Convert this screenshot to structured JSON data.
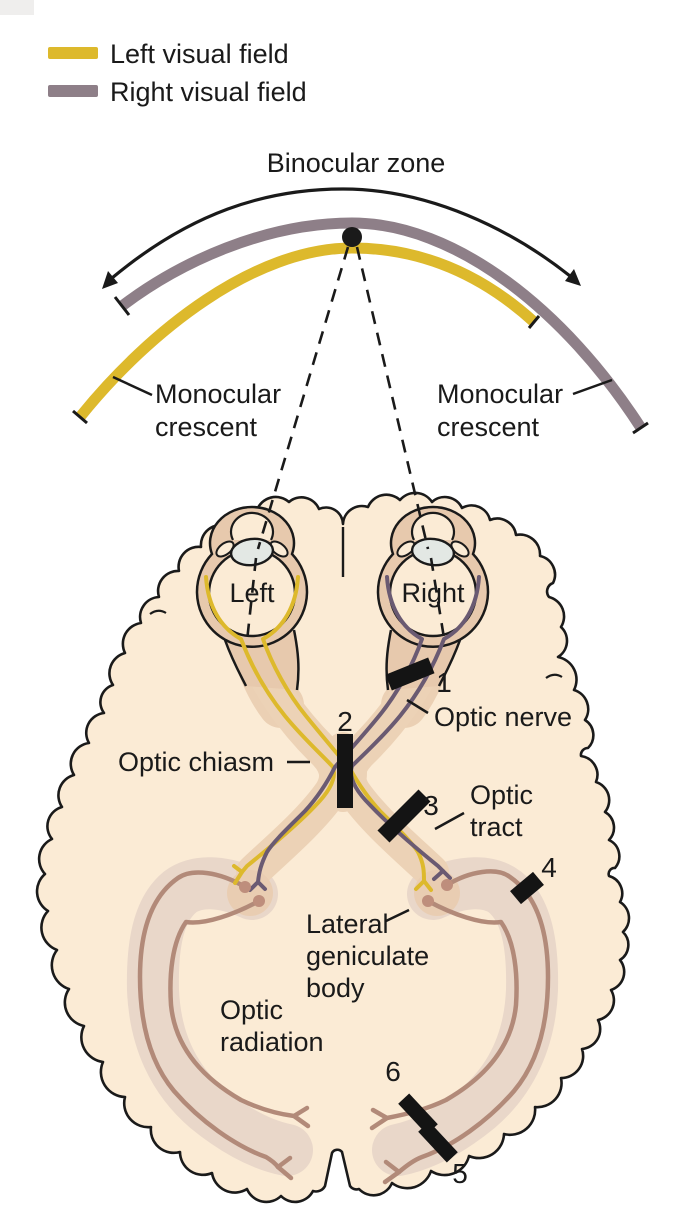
{
  "figure": {
    "legend": {
      "items": [
        {
          "label": "Left visual field",
          "color": "#DDB92C"
        },
        {
          "label": "Right visual field",
          "color": "#8E7F88"
        }
      ]
    },
    "visual_field": {
      "title": "Binocular zone",
      "monocular_left": [
        "Monocular",
        "crescent"
      ],
      "monocular_right": [
        "Monocular",
        "crescent"
      ]
    },
    "brain": {
      "left_eye_label": "Left",
      "right_eye_label": "Right",
      "labels": {
        "optic_nerve": "Optic nerve",
        "optic_chiasm": "Optic chiasm",
        "optic_tract": [
          "Optic",
          "tract"
        ],
        "lateral_geniculate_body": [
          "Lateral",
          "geniculate",
          "body"
        ],
        "optic_radiation": [
          "Optic",
          "radiation"
        ]
      },
      "lesion_markers": [
        "1",
        "2",
        "3",
        "4",
        "5",
        "6"
      ]
    },
    "colors": {
      "left_field": "#DDB92C",
      "right_field": "#8E7F88",
      "fiber_purple": "#6A5A72",
      "brain_fill": "#FBEBD5",
      "outline": "#1A1A1A",
      "eye_ring": "#E7C9AD",
      "pathway_shadow": "#ECD2B6",
      "radiation_shadow": "#E9D7C9",
      "radiation_line": "#B28A79",
      "lgn_dot": "#BE8E7C",
      "lens": "#E3E8E4",
      "lesion_bar": "#141414"
    }
  }
}
